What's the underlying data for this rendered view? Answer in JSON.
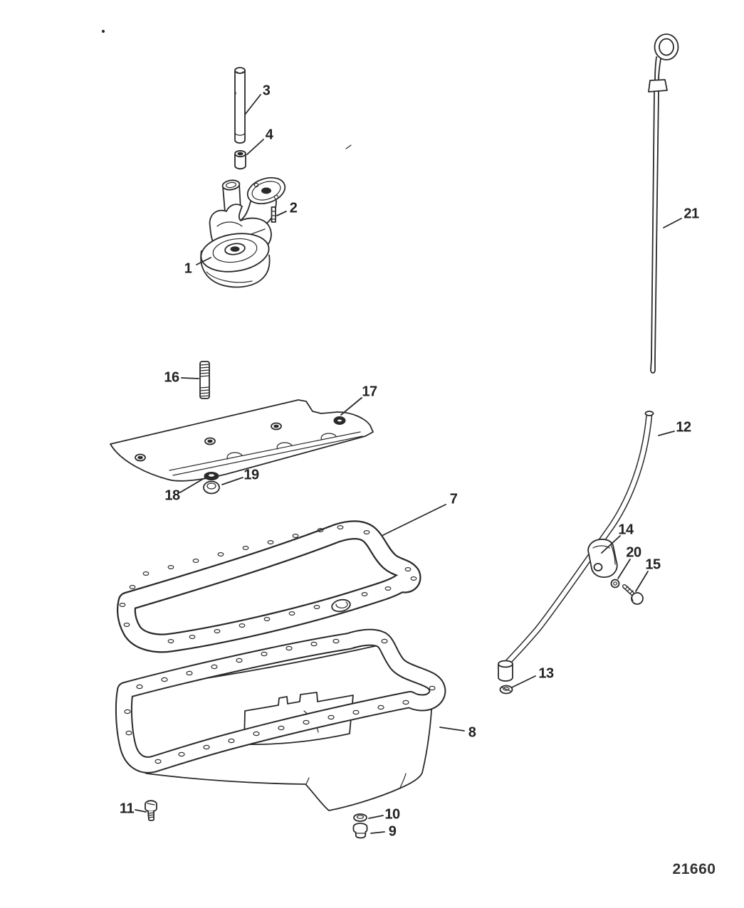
{
  "drawing_number": "21660",
  "callouts": {
    "c1": "1",
    "c2": "2",
    "c3": "3",
    "c4": "4",
    "c7": "7",
    "c8": "8",
    "c9": "9",
    "c10": "10",
    "c11": "11",
    "c12": "12",
    "c13": "13",
    "c14": "14",
    "c15": "15",
    "c16": "16",
    "c17": "17",
    "c18": "18",
    "c19": "19",
    "c20": "20",
    "c21": "21"
  },
  "colors": {
    "line": "#2a2a2a",
    "background": "#ffffff",
    "label_text": "#222222"
  }
}
